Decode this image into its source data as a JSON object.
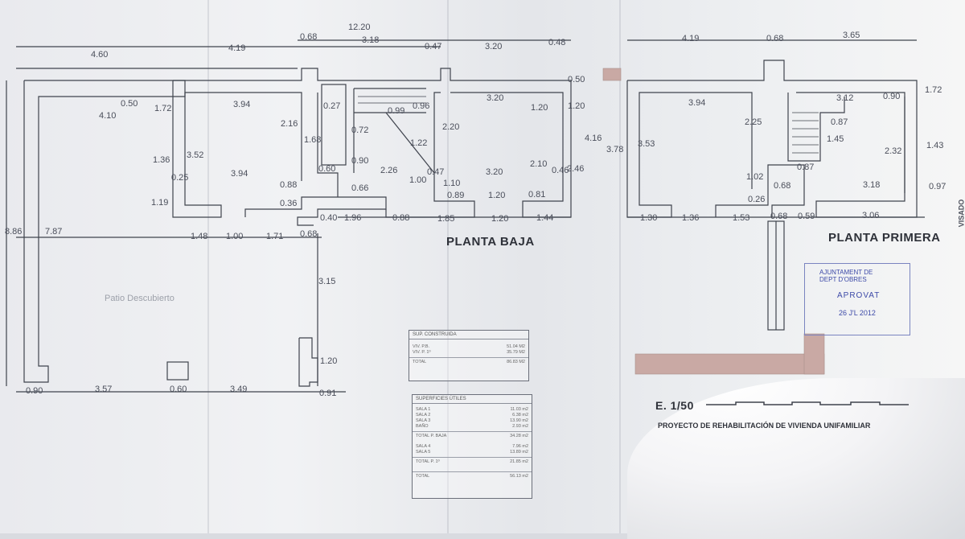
{
  "labels": {
    "planta_baja": "PLANTA BAJA",
    "planta_primera": "PLANTA PRIMERA",
    "patio": "Patio Descubierto",
    "visado": "VISADO",
    "scale": "E. 1/50",
    "project_title": "PROYECTO DE REHABILITACIÓN DE VIVIENDA UNIFAMILIAR"
  },
  "dimensions": {
    "top_total": "12.20",
    "top_left": "4.60",
    "top_419": "4.19",
    "top_068": "0.68",
    "top_318": "3.18",
    "top_047": "0.47",
    "top_320": "3.20",
    "top_048": "0.48",
    "p1_419": "4.19",
    "p1_068": "0.68",
    "p1_365": "3.65",
    "d050": "0.50",
    "d410": "4.10",
    "d172": "1.72",
    "d394a": "3.94",
    "d027": "0.27",
    "d099": "0.99",
    "d096": "0.96",
    "d320b": "3.20",
    "d120a": "1.20",
    "d120b": "1.20",
    "d216": "2.16",
    "d072": "0.72",
    "d220": "2.20",
    "d416": "4.16",
    "d136": "1.36",
    "d352": "3.52",
    "d168": "1.68",
    "d122": "1.22",
    "d090": "0.90",
    "d025": "0.25",
    "d394b": "3.94",
    "d060": "0.60",
    "d226": "2.26",
    "d100": "1.00",
    "d047b": "0.47",
    "d320c": "3.20",
    "d210": "2.10",
    "d046": "0.46",
    "d246": "2.46",
    "d088": "0.88",
    "d066": "0.66",
    "d110": "1.10",
    "d119": "1.19",
    "d036": "0.36",
    "d089": "0.89",
    "d120c": "1.20",
    "d081": "0.81",
    "d040": "0.40",
    "d196": "1.96",
    "d088b": "0.88",
    "d185": "1.85",
    "d120d": "1.20",
    "d144": "1.44",
    "d886": "8.86",
    "d787": "7.87",
    "d148": "1.48",
    "d100b": "1.00",
    "d171": "1.71",
    "d068b": "0.68",
    "d315": "3.15",
    "d120e": "1.20",
    "b090": "0.90",
    "b357": "3.57",
    "b060": "0.60",
    "b349": "3.49",
    "b091": "0.91",
    "p1_394": "3.94",
    "p1_225": "2.25",
    "p1_378": "3.78",
    "p1_353": "3.53",
    "p1_312": "3.12",
    "p1_090": "0.90",
    "p1_172": "1.72",
    "p1_087a": "0.87",
    "p1_145": "1.45",
    "p1_232": "2.32",
    "p1_143": "1.43",
    "p1_102": "1.02",
    "p1_087b": "0.87",
    "p1_068c": "0.68",
    "p1_318": "3.18",
    "p1_097": "0.97",
    "p1_026": "0.26",
    "p1_130": "1.30",
    "p1_136": "1.36",
    "p1_153": "1.53",
    "p1_068d": "0.68",
    "p1_059": "0.59",
    "p1_306": "3.06"
  },
  "table_construida": {
    "header": "SUP. CONSTRUIDA",
    "rows": [
      {
        "name": "VIV. P.B.",
        "value": "51.04 M2"
      },
      {
        "name": "VIV. P. 1º",
        "value": "35.79 M2"
      }
    ],
    "total_label": "TOTAL",
    "total_value": "86.83 M2"
  },
  "table_utiles": {
    "header": "SUPERFICIES ÚTILES",
    "rows": [
      {
        "name": "SALA 1",
        "value": "11.03 m2"
      },
      {
        "name": "SALA 2",
        "value": "6.38 m2"
      },
      {
        "name": "SALA 3",
        "value": "13.90 m2"
      },
      {
        "name": "BAÑO",
        "value": "2.93 m2"
      }
    ],
    "subtotal_label": "TOTAL P. BAJA",
    "subtotal_value": "34.28 m2",
    "rows2": [
      {
        "name": "SALA 4",
        "value": "7.96 m2"
      },
      {
        "name": "SALA 5",
        "value": "13.89 m2"
      }
    ],
    "subtotal2_label": "TOTAL P. 1º",
    "subtotal2_value": "21.85 m2",
    "total_label": "TOTAL",
    "total_value": "56.13 m2"
  },
  "stamp": {
    "line1": "AJUNTAMENT DE",
    "line2": "DEPT D'OBRES",
    "line3": "APROVAT",
    "date": "26 J'L 2012"
  },
  "colors": {
    "line": "#3f434d",
    "stamp": "#3d4aa8",
    "brick": "#c9a9a4"
  }
}
